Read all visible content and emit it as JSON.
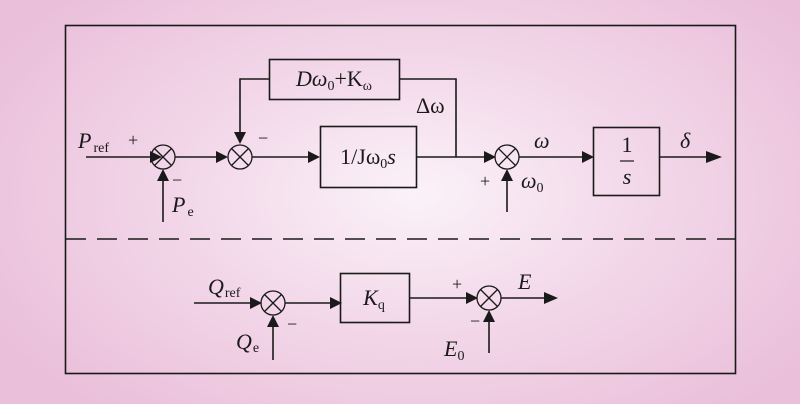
{
  "diagram": {
    "type": "control-block-diagram",
    "upper_loop": {
      "inputs": {
        "p_ref": {
          "base": "P",
          "sub": "ref",
          "sign": "+"
        },
        "p_e": {
          "base": "P",
          "sub": "e",
          "sign": "−"
        }
      },
      "feedback_block": {
        "label_a": "Dω",
        "label_a_sub": "0",
        "label_b": "+K",
        "label_b_sub": "ω",
        "sign": "−"
      },
      "feedback_signal": "Δω",
      "forward_block": {
        "pre": "1/Jω",
        "sub": "0",
        "post": "s"
      },
      "omega0": {
        "base": "ω",
        "sub": "0",
        "sign": "+"
      },
      "omega_label": "ω",
      "integrator": {
        "num": "1",
        "den": "s"
      },
      "output": "δ"
    },
    "lower_loop": {
      "inputs": {
        "q_ref": {
          "base": "Q",
          "sub": "ref"
        },
        "q_e": {
          "base": "Q",
          "sub": "e",
          "sign": "−"
        }
      },
      "gain_block": {
        "base": "K",
        "sub": "q"
      },
      "plus_sign": "+",
      "e0": {
        "base": "E",
        "sub": "0",
        "sign": "−"
      },
      "output": "E"
    }
  }
}
